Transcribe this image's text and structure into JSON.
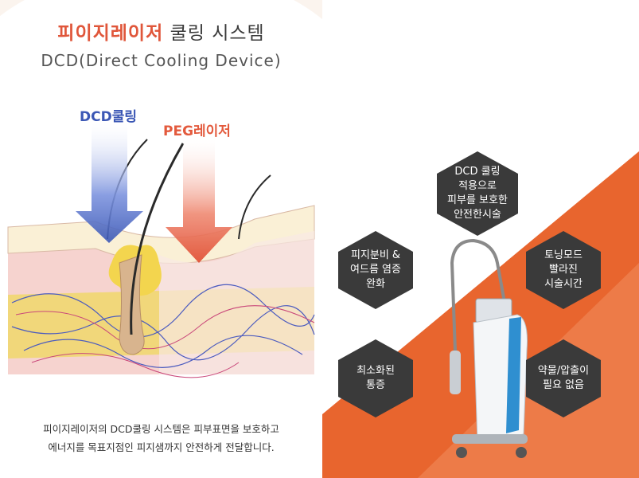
{
  "left_panel": {
    "title_part1": "피이지레이저",
    "title_part2": " 쿨링 시스템",
    "subtitle": "DCD(Direct Cooling Device)",
    "label_dcd": "DCD쿨링",
    "label_peg": "PEG레이저",
    "caption_line1": "피이지레이저의 DCD쿨링 시스템은 피부표면을 보호하고",
    "caption_line2": "에너지를 목표지점인 피지샘까지 안전하게 전달합니다."
  },
  "right_panel": {
    "features": [
      {
        "text": "DCD 쿨링\n적용으로\n피부를 보호한\n안전한시술"
      },
      {
        "text": "피지분비 &\n여드름 염증\n완화"
      },
      {
        "text": "토닝모드\n빨라진\n시술시간"
      },
      {
        "text": "최소화된\n통증"
      },
      {
        "text": "약물/압출이\n필요 없음"
      }
    ]
  },
  "colors": {
    "accent_orange": "#e0563a",
    "accent_blue": "#3b57b5",
    "hex_dark": "#3a3a3a",
    "bg_orange": "#e8652e"
  }
}
